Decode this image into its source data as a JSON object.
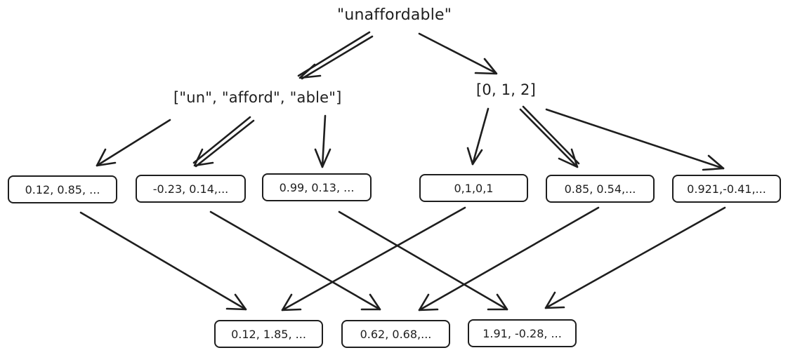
{
  "root": {
    "text": "\"unaffordable\""
  },
  "tokens": {
    "text": "[\"un\", \"afford\", \"able\"]"
  },
  "token_ids": {
    "text": "[0, 1, 2]"
  },
  "token_embeddings": [
    {
      "text": "0.12, 0.85, ..."
    },
    {
      "text": "-0.23, 0.14,..."
    },
    {
      "text": "0.99, 0.13, ..."
    }
  ],
  "position_embeddings": [
    {
      "text": "0,1,0,1"
    },
    {
      "text": "0.85, 0.54,..."
    },
    {
      "text": "0.921,-0.41,..."
    }
  ],
  "combined_embeddings": [
    {
      "text": "0.12, 1.85, ..."
    },
    {
      "text": "0.62, 0.68,..."
    },
    {
      "text": "1.91, -0.28, ..."
    }
  ]
}
